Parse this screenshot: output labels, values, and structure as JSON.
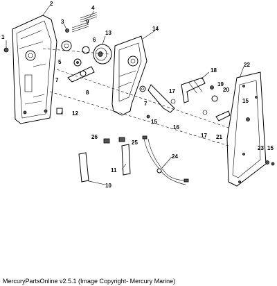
{
  "callouts": {
    "c1": "1",
    "c2": "2",
    "c3": "3",
    "c4": "4",
    "c5": "5",
    "c6": "6",
    "c7a": "7",
    "c7b": "7",
    "c8": "8",
    "c9": "9",
    "c10": "10",
    "c11": "11",
    "c12": "12",
    "c13": "13",
    "c14": "14",
    "c15a": "15",
    "c15b": "15",
    "c15c": "15",
    "c16": "16",
    "c17a": "17",
    "c17b": "17",
    "c18": "18",
    "c19": "19",
    "c20": "20",
    "c21": "21",
    "c22": "22",
    "c23": "23",
    "c24": "24",
    "c25": "25",
    "c26": "26"
  },
  "footer_text": "MercuryPartsOnline v2.5.1 (Image Copyright- Mercury Marine)"
}
